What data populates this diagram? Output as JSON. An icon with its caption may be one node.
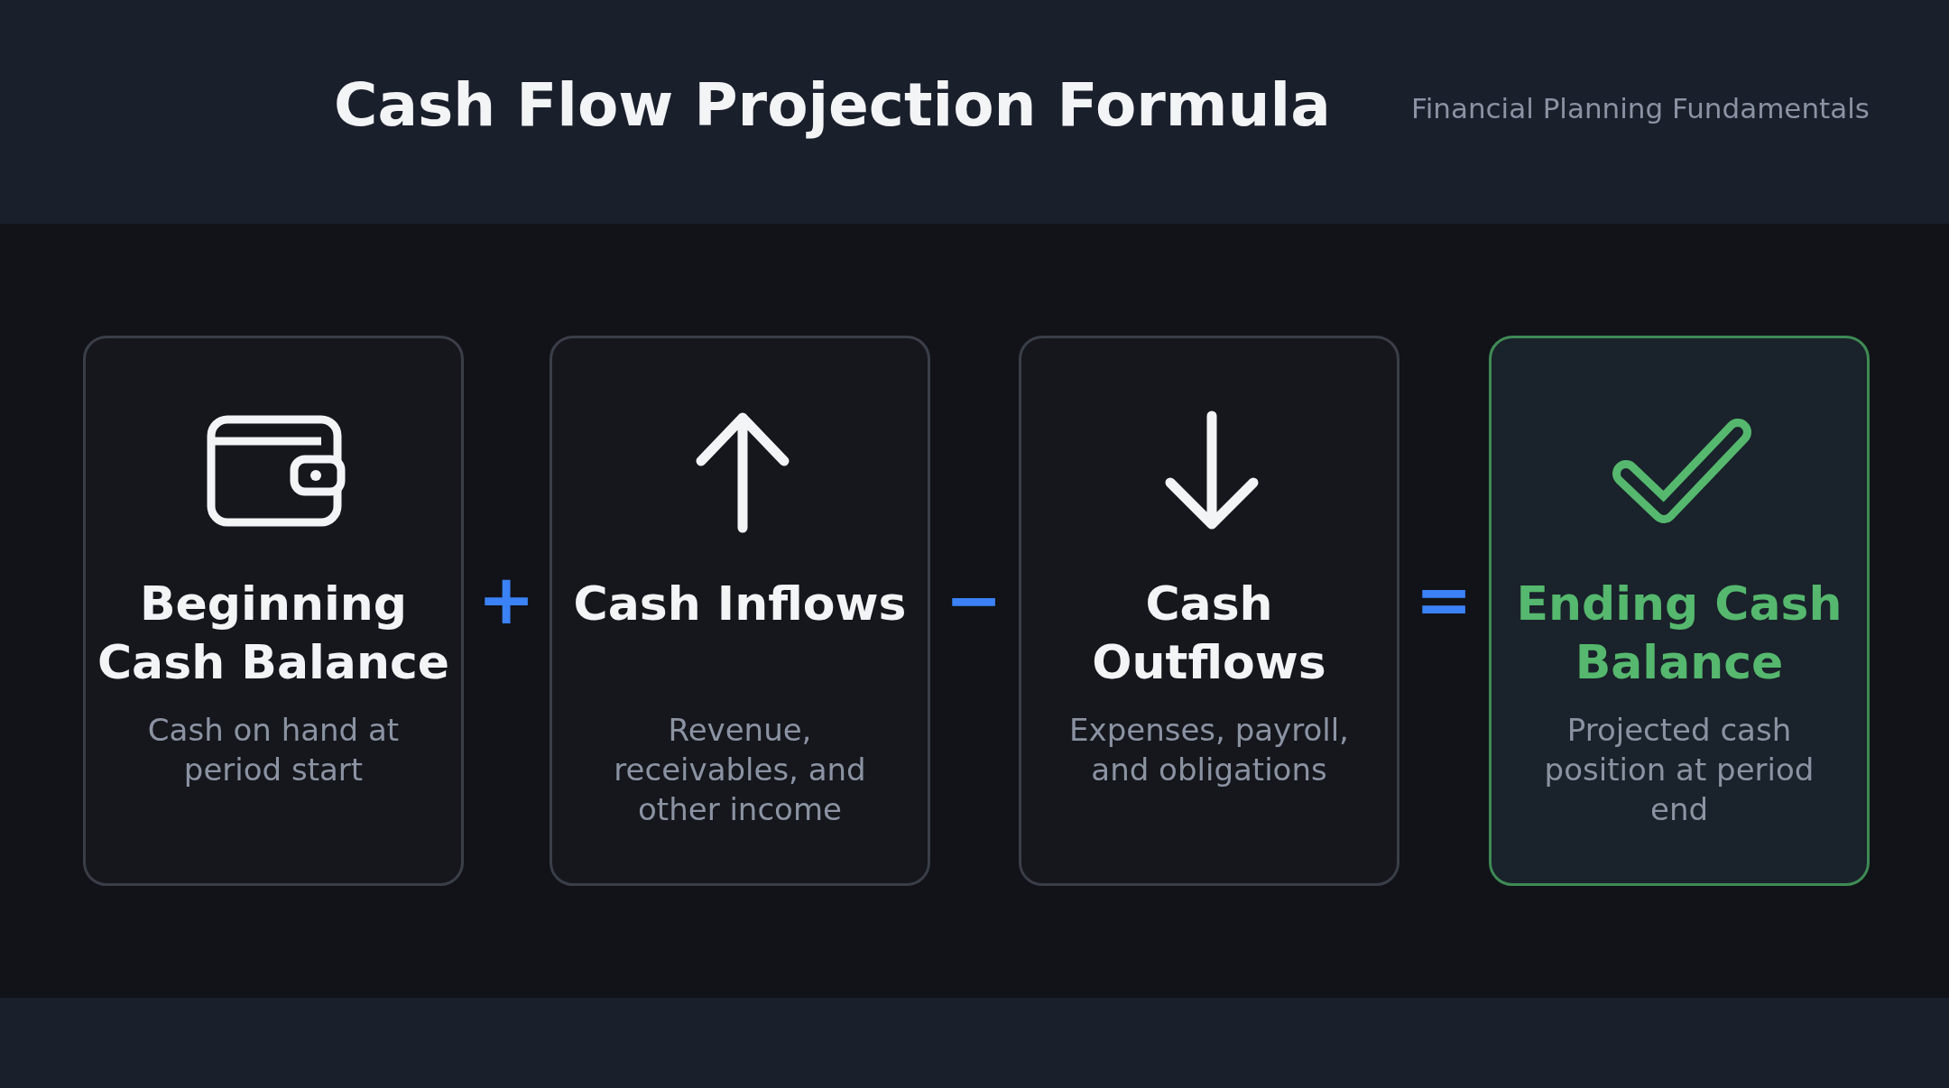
{
  "diagram": {
    "title": "Cash Flow Projection Formula",
    "nodes": [
      {
        "text": [
          "Beginning Cash Balance",
          "Cash on hand at period start"
        ]
      },
      {
        "text": [
          "Cash Inflows",
          "Revenue, receivables, and other income"
        ]
      },
      {
        "text": [
          "Cash Outflows",
          "Expenses, payroll, and obligations"
        ]
      },
      {
        "text": [
          "Ending Cash Balance",
          "Projected cash position at period end"
        ]
      }
    ],
    "edges": [],
    "labels": [
      "Financial Planning Fundamentals",
      "+",
      "−",
      "="
    ]
  }
}
